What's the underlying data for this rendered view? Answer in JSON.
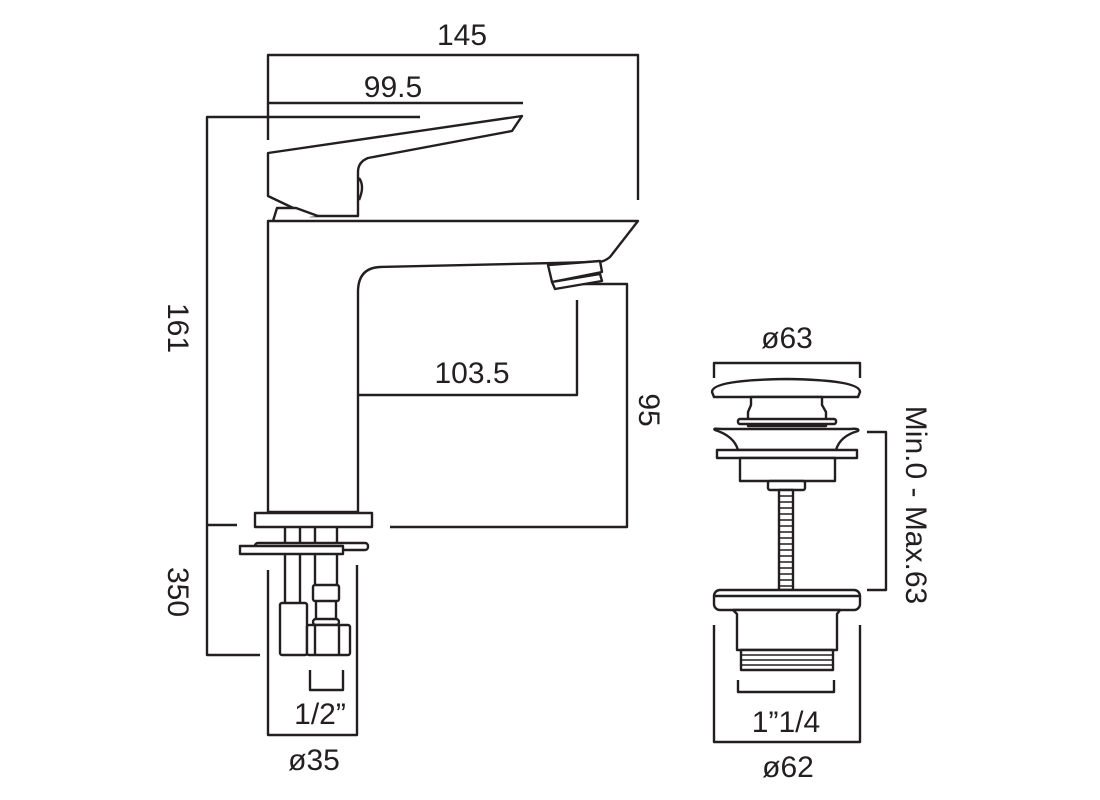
{
  "colors": {
    "line": "#231f20",
    "background": "#ffffff"
  },
  "tap": {
    "dimensions": {
      "overall_width": "145",
      "handle_reach": "99.5",
      "spout_reach": "103.5",
      "height": "161",
      "spout_height": "95",
      "hose_length": "350",
      "connection": "1/2”",
      "base_diameter": "ø35"
    }
  },
  "waste": {
    "dimensions": {
      "cap_diameter": "ø63",
      "adjust_range": "Min.0 - Max.63",
      "thread": "1”1/4",
      "body_diameter": "ø62"
    }
  }
}
